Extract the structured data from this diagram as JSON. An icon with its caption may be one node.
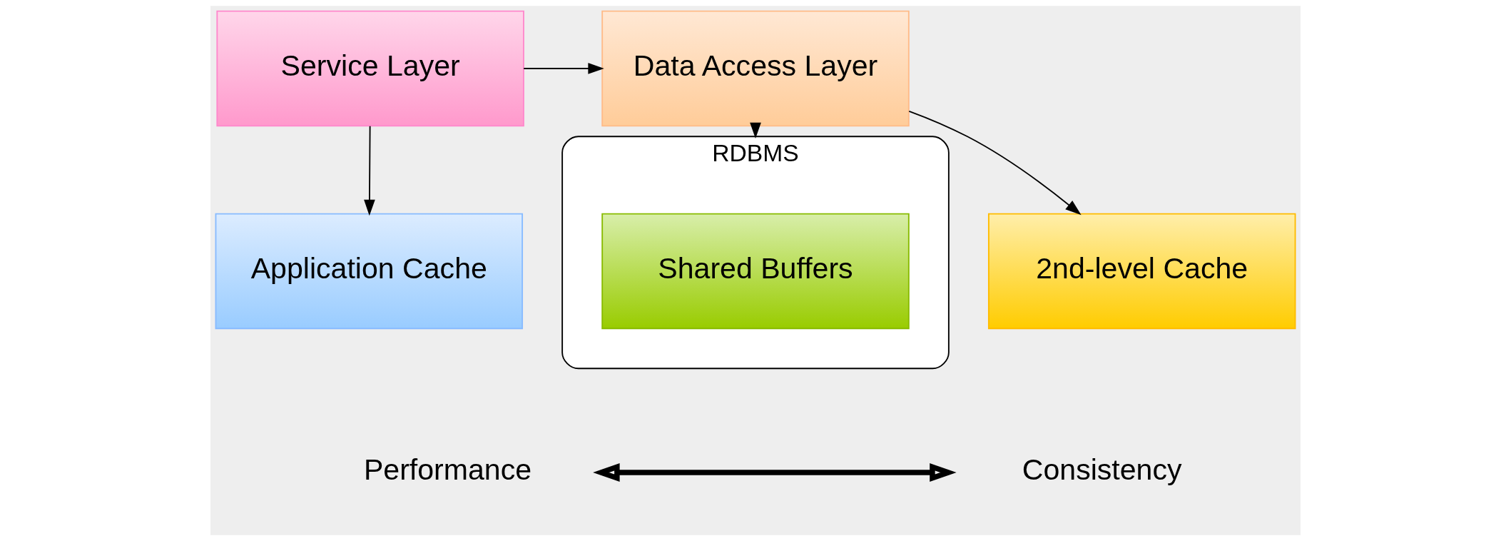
{
  "diagram": {
    "nodes": [
      {
        "text": [
          "Service Layer"
        ]
      },
      {
        "text": [
          "Data Access Layer"
        ]
      },
      {
        "text": [
          "RDBMS"
        ]
      },
      {
        "text": [
          "Shared Buffers"
        ],
        "in": 2
      },
      {
        "text": [
          "Application Cache"
        ]
      },
      {
        "text": [
          "2nd-level Cache"
        ]
      },
      {
        "text": [
          "Performance"
        ]
      },
      {
        "text": [
          "Consistency"
        ]
      }
    ],
    "edges": [
      {
        "from": 0,
        "to": 1,
        "arrow": "to"
      },
      {
        "from": 1,
        "to": 2,
        "arrow": "to"
      },
      {
        "from": 0,
        "to": 4,
        "arrow": "to"
      },
      {
        "from": 1,
        "to": 5,
        "arrow": "to"
      },
      {
        "from": 6,
        "to": 7,
        "arrow": "both",
        "style": "thick"
      }
    ]
  }
}
